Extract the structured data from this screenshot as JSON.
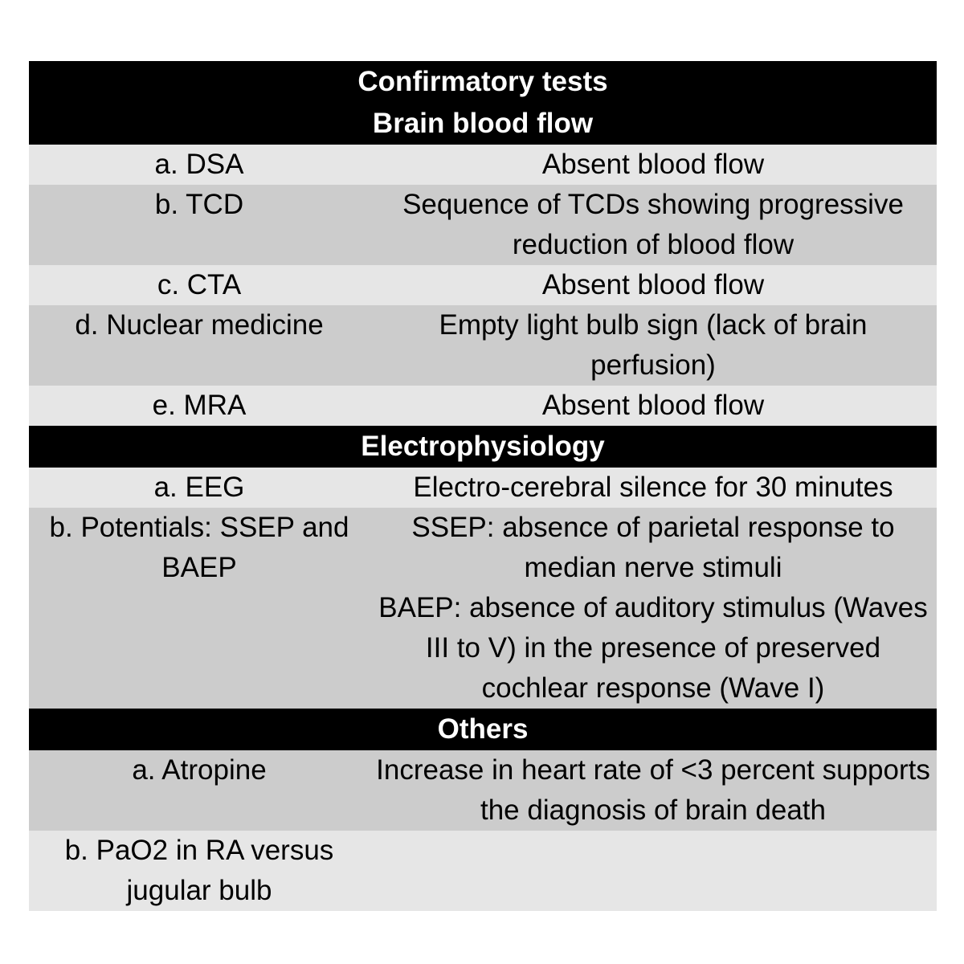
{
  "table": {
    "title": "Confirmatory tests",
    "colors": {
      "band_bg": "#000000",
      "band_text": "#ffffff",
      "row_light": "#e6e6e6",
      "row_dark": "#cccccc",
      "body_text": "#000000",
      "page_bg": "#ffffff"
    },
    "sections": [
      {
        "label": "Brain blood flow",
        "rows": [
          {
            "test": "a. DSA",
            "findings": [
              "Absent blood flow"
            ],
            "shade": "light"
          },
          {
            "test": "b. TCD",
            "findings": [
              "Sequence of TCDs showing progressive reduction of blood flow"
            ],
            "shade": "dark"
          },
          {
            "test": "c. CTA",
            "findings": [
              "Absent blood flow"
            ],
            "shade": "light"
          },
          {
            "test": "d. Nuclear medicine",
            "findings": [
              "Empty light bulb sign (lack of brain perfusion)"
            ],
            "shade": "dark"
          },
          {
            "test": "e. MRA",
            "findings": [
              "Absent blood flow"
            ],
            "shade": "light"
          }
        ]
      },
      {
        "label": "Electrophysiology",
        "rows": [
          {
            "test": "a. EEG",
            "findings": [
              "Electro-cerebral silence for 30 minutes"
            ],
            "shade": "light"
          },
          {
            "test": "b. Potentials: SSEP and BAEP",
            "findings": [
              "SSEP: absence of parietal response to median nerve stimuli",
              "BAEP: absence of auditory stimulus (Waves III to V) in the presence of preserved cochlear response (Wave I)"
            ],
            "shade": "dark"
          }
        ]
      },
      {
        "label": "Others",
        "rows": [
          {
            "test": "a. Atropine",
            "findings": [
              "Increase in heart rate of <3 percent supports the diagnosis of brain death"
            ],
            "shade": "dark"
          },
          {
            "test": "b. PaO2 in RA versus jugular bulb",
            "findings": [],
            "shade": "light"
          }
        ]
      }
    ]
  }
}
